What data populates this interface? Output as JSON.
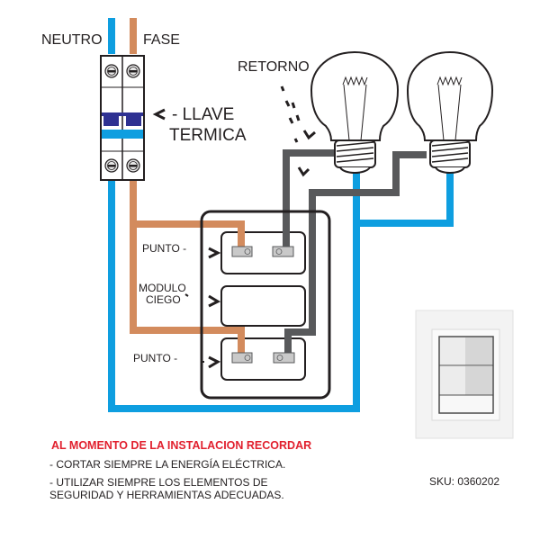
{
  "labels": {
    "neutral": "NEUTRO",
    "phase": "FASE",
    "return": "RETORNO",
    "breaker_line1": "- LLAVE",
    "breaker_line2": "TERMICA",
    "point_top": "PUNTO -",
    "blank_module_line1": "MODULO",
    "blank_module_line2": "CIEGO",
    "point_bottom": "PUNTO -"
  },
  "notes": {
    "title": "AL MOMENTO DE LA INSTALACION RECORDAR",
    "item1": "- CORTAR SIEMPRE LA ENERGÍA ELÉCTRICA.",
    "item2_line1": "- UTILIZAR SIEMPRE LOS ELEMENTOS DE",
    "item2_line2": "SEGURIDAD Y HERRAMIENTAS ADECUADAS."
  },
  "product": {
    "sku": "SKU: 0360202"
  },
  "colors": {
    "neutral_wire": "#0e9ee0",
    "phase_wire": "#d38b5d",
    "return_wire": "#58595b",
    "warning_text": "#e1202e",
    "breaker_handle": "#2e3192"
  }
}
